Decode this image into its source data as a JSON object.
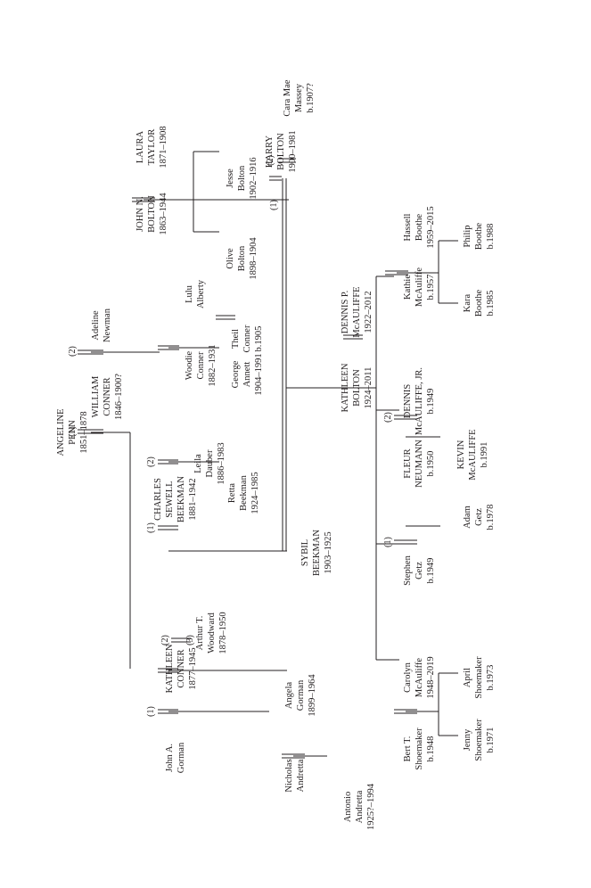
{
  "people": {
    "angeline": [
      "ANGELINE",
      "PENN",
      "1851–1878"
    ],
    "william": [
      "WILLIAM",
      "CONNER",
      "1846–1900?"
    ],
    "adeline": [
      "Adeline",
      "Newman"
    ],
    "john_n": [
      "JOHN N.",
      "BOLTON",
      "1863–1944"
    ],
    "laura": [
      "LAURA",
      "TAYLOR",
      "1871–1908"
    ],
    "charles": [
      "CHARLES",
      "SEWELL",
      "BEEKMAN",
      "1881–1942"
    ],
    "leila": [
      "Leila",
      "Dauber",
      "1886–1983"
    ],
    "retta": [
      "Retta",
      "Beekman",
      "1924–1985"
    ],
    "woodie": [
      "Woodie",
      "Conner",
      "1882–1931"
    ],
    "lulu": [
      "Lulu",
      "Alberty"
    ],
    "george": [
      "George",
      "Annett",
      "1904–1991"
    ],
    "theil": [
      "Theil",
      "Conner",
      "b.1905"
    ],
    "olive": [
      "Olive",
      "Bolton",
      "1898–1904"
    ],
    "jesse": [
      "Jesse",
      "Bolton",
      "1902–1916"
    ],
    "harry": [
      "HARRY",
      "BOLTON",
      "1900–1981"
    ],
    "cara": [
      "Cara Mae",
      "Massey",
      "b.1907?"
    ],
    "john_a": [
      "John A.",
      "Gorman"
    ],
    "kathleen_c": [
      "KATHLEEN",
      "CONNER",
      "1877–1945"
    ],
    "arthur": [
      "Arthur T.",
      "Woodward",
      "1878–1950"
    ],
    "sybil": [
      "SYBIL",
      "BEEKMAN",
      "1903–1925"
    ],
    "angela": [
      "Angela",
      "Gorman",
      "1899–1964"
    ],
    "nicholas": [
      "Nicholas",
      "Andretta"
    ],
    "antonio": [
      "Antonio",
      "Andretta",
      "1925?–1994"
    ],
    "kathleen_b": [
      "KATHLEEN",
      "BOLTON",
      "1924–2011"
    ],
    "dennis_p": [
      "DENNIS P.",
      "McAULIFFE",
      "1922–2012"
    ],
    "kathie": [
      "Kathie",
      "McAuliffe",
      "b.1957"
    ],
    "hassell": [
      "Hassell",
      "Boothe",
      "1959–2015"
    ],
    "kara": [
      "Kara",
      "Boothe",
      "b.1985"
    ],
    "philip": [
      "Philip",
      "Boothe",
      "b.1988"
    ],
    "dennis_jr": [
      "DENNIS",
      "McAULIFFE, JR.",
      "b.1949"
    ],
    "fleur": [
      "FLEUR",
      "NEUMANN",
      "b.1950"
    ],
    "kevin": [
      "KEVIN",
      "McAULIFFE",
      "b.1991"
    ],
    "stephen": [
      "Stephen",
      "Getz",
      "b.1949"
    ],
    "adam": [
      "Adam",
      "Getz",
      "b.1978"
    ],
    "carolyn": [
      "Carolyn",
      "McAuliffe",
      "1948–2019"
    ],
    "bert": [
      "Bert T.",
      "Shoemaker",
      "b.1948"
    ],
    "april": [
      "April",
      "Shoemaker",
      "b.1973"
    ],
    "jenny": [
      "Jenny",
      "Shoemaker",
      "b.1971"
    ]
  },
  "marriage_marks": {
    "m_angeline": "(1)",
    "m_adeline": "(2)",
    "m_leila": "(2)",
    "m_sybil_charles": "(1)",
    "m_kc_charles": "(2)",
    "m_arthur": "(3)",
    "m_johna": "(1)",
    "m_harry_sybil": "(1)",
    "m_cara": "(2)",
    "m_stephen": "(1)",
    "m_dennis_jr": "(2)"
  }
}
